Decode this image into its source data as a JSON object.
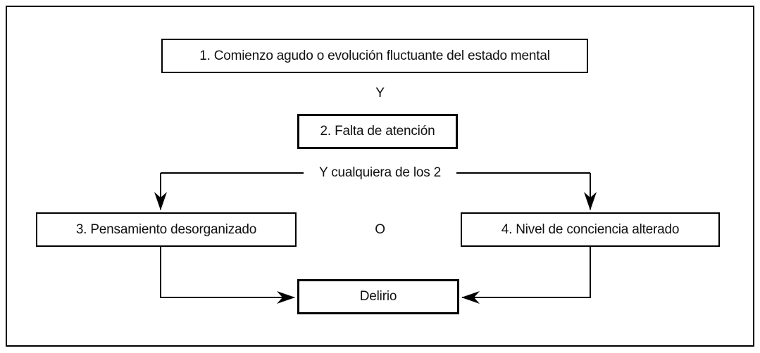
{
  "diagram": {
    "criterion1": "1. Comienzo agudo o evolución fluctuante del estado mental",
    "and_label": "Y",
    "criterion2": "2. Falta de atención",
    "and_any_label": "Y cualquiera de los 2",
    "criterion3": "3. Pensamiento desorganizado",
    "or_label": "O",
    "criterion4": "4. Nivel de conciencia alterado",
    "outcome": "Delirio"
  },
  "colors": {
    "line": "#000000",
    "background": "#ffffff",
    "text": "#111111"
  }
}
